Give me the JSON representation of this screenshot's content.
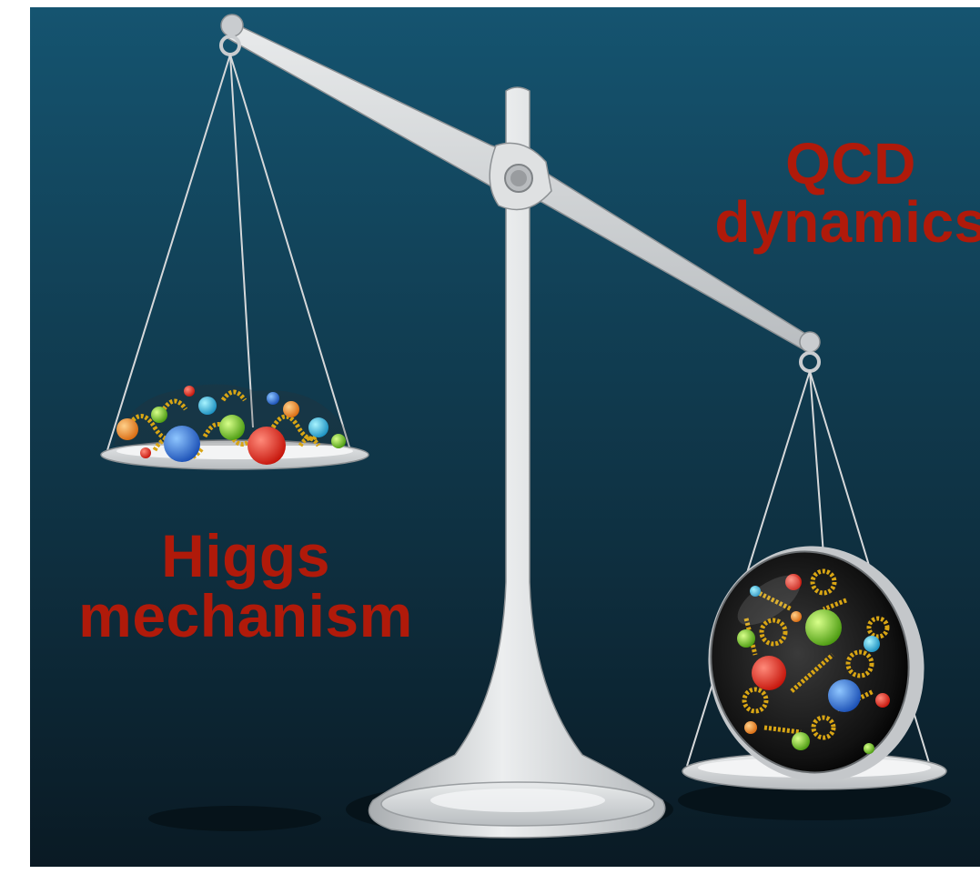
{
  "labels": {
    "higgs": [
      "Higgs",
      "mechanism"
    ],
    "qcd": [
      "QCD",
      "dynamics"
    ]
  },
  "colors": {
    "background_top": "#155470",
    "background_bottom": "#0a1a24",
    "label_color": "#b01a0a",
    "scale_metal": "#d0d2d4"
  },
  "icons": [
    "balance-scale-icon",
    "particle-pile-icon",
    "nucleon-magnifier-icon"
  ]
}
